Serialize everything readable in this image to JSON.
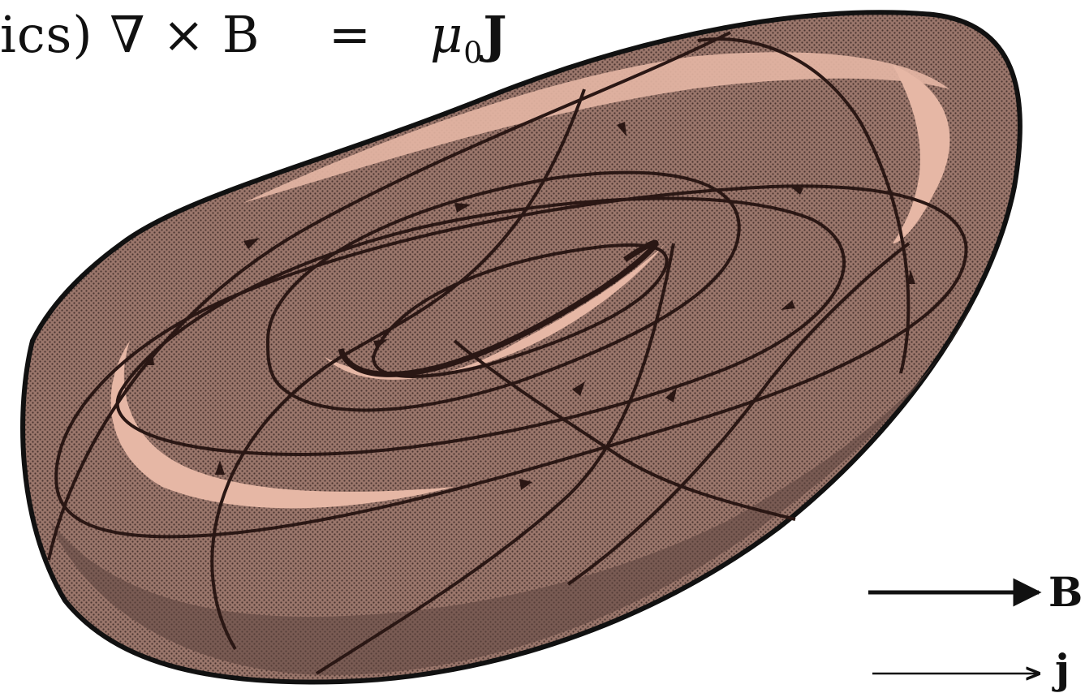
{
  "equation": {
    "lhs": "ics)  ∇ × B",
    "operator": "=",
    "rhs_symbol": "μ",
    "rhs_subscript": "0",
    "rhs_vector": "J"
  },
  "legend": {
    "items": [
      {
        "label": "B",
        "line": "thick"
      },
      {
        "label": "j",
        "line": "thin"
      }
    ]
  },
  "colors": {
    "body": "#9e7a70",
    "highlight": "#e6b7a5",
    "dark": "#5e4640",
    "line": "#2a1714"
  }
}
